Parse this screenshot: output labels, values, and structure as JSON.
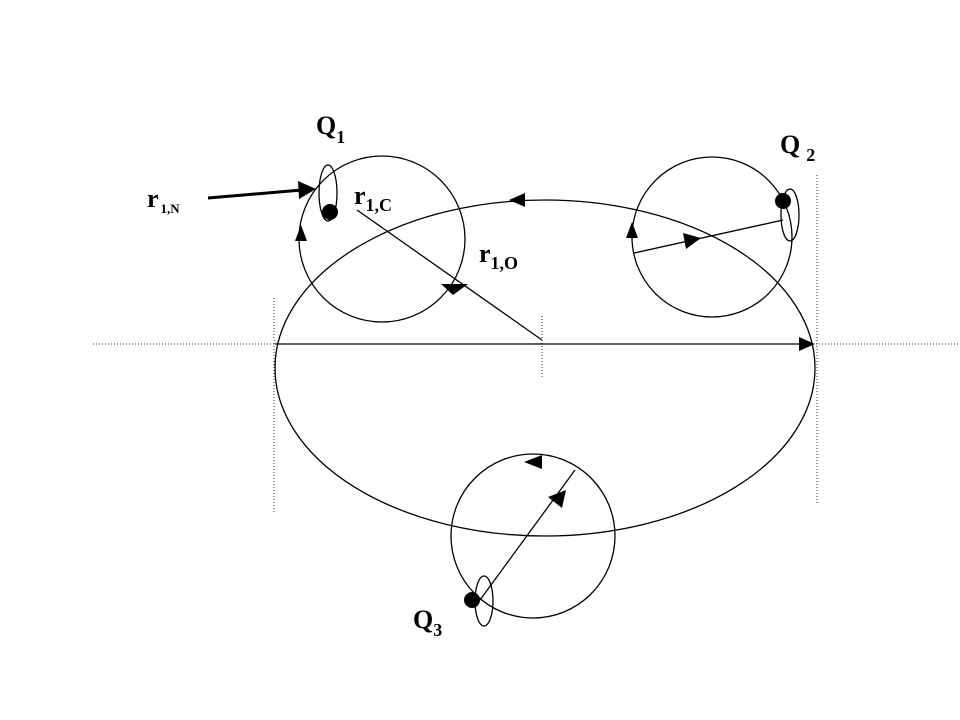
{
  "labels": {
    "q1": {
      "main": "Q",
      "sub": "1"
    },
    "q2": {
      "main": "Q",
      "sub": "2"
    },
    "q3": {
      "main": "Q",
      "sub": "3"
    },
    "r1n": {
      "main": "r",
      "sub": "1,N"
    },
    "r1c": {
      "main": "r",
      "sub": "1,C"
    },
    "r1o": {
      "main": "r",
      "sub": "1,O"
    }
  },
  "colors": {
    "ink": "#000000",
    "background": "#ffffff"
  }
}
